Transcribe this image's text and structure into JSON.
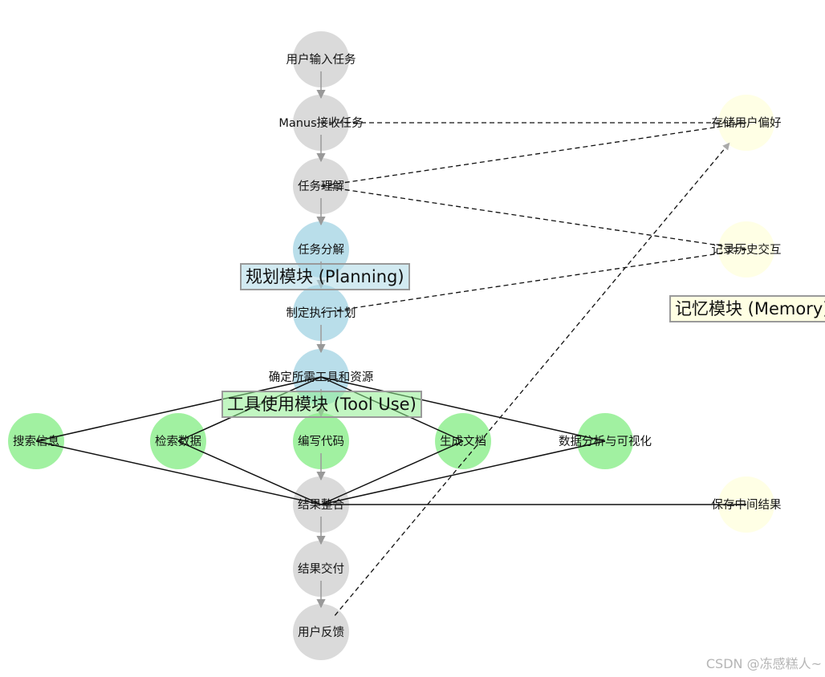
{
  "colors": {
    "core": "#d3d3d3",
    "planning": "#add8e6",
    "tools": "#90ee90",
    "memory": "#ffffe0"
  },
  "groups": {
    "planning": "规划模块 (Planning)",
    "tools": "工具使用模块 (Tool Use)",
    "memory": "记忆模块 (Memory)"
  },
  "nodes": [
    {
      "id": "input",
      "label": "用户输入任务",
      "group": "core"
    },
    {
      "id": "receive",
      "label": "Manus接收任务",
      "group": "core"
    },
    {
      "id": "understand",
      "label": "任务理解",
      "group": "core"
    },
    {
      "id": "decompose",
      "label": "任务分解",
      "group": "planning"
    },
    {
      "id": "plan",
      "label": "制定执行计划",
      "group": "planning"
    },
    {
      "id": "resources",
      "label": "确定所需工具和资源",
      "group": "planning"
    },
    {
      "id": "search",
      "label": "搜索信息",
      "group": "tools"
    },
    {
      "id": "retrieve",
      "label": "检索数据",
      "group": "tools"
    },
    {
      "id": "code",
      "label": "编写代码",
      "group": "tools"
    },
    {
      "id": "docs",
      "label": "生成文档",
      "group": "tools"
    },
    {
      "id": "analyze",
      "label": "数据分析与可视化",
      "group": "tools"
    },
    {
      "id": "integrate",
      "label": "结果整合",
      "group": "core"
    },
    {
      "id": "deliver",
      "label": "结果交付",
      "group": "core"
    },
    {
      "id": "feedback",
      "label": "用户反馈",
      "group": "core"
    },
    {
      "id": "prefs",
      "label": "存储用户偏好",
      "group": "memory"
    },
    {
      "id": "history",
      "label": "记录历史交互",
      "group": "memory"
    },
    {
      "id": "intermediate",
      "label": "保存中间结果",
      "group": "memory"
    }
  ],
  "edges": [
    {
      "from": "input",
      "to": "receive",
      "style": "arrow"
    },
    {
      "from": "receive",
      "to": "understand",
      "style": "arrow"
    },
    {
      "from": "understand",
      "to": "decompose",
      "style": "arrow"
    },
    {
      "from": "decompose",
      "to": "plan",
      "style": "arrow"
    },
    {
      "from": "plan",
      "to": "resources",
      "style": "arrow"
    },
    {
      "from": "resources",
      "to": "code",
      "style": "arrow"
    },
    {
      "from": "integrate",
      "to": "deliver",
      "style": "arrow"
    },
    {
      "from": "deliver",
      "to": "feedback",
      "style": "arrow"
    },
    {
      "from": "resources",
      "to": "search",
      "style": "solid"
    },
    {
      "from": "resources",
      "to": "retrieve",
      "style": "solid"
    },
    {
      "from": "resources",
      "to": "docs",
      "style": "solid"
    },
    {
      "from": "resources",
      "to": "analyze",
      "style": "solid"
    },
    {
      "from": "search",
      "to": "integrate",
      "style": "solid"
    },
    {
      "from": "retrieve",
      "to": "integrate",
      "style": "solid"
    },
    {
      "from": "code",
      "to": "integrate",
      "style": "arrow"
    },
    {
      "from": "docs",
      "to": "integrate",
      "style": "solid"
    },
    {
      "from": "analyze",
      "to": "integrate",
      "style": "solid"
    },
    {
      "from": "integrate",
      "to": "intermediate",
      "style": "solid"
    },
    {
      "from": "receive",
      "to": "prefs",
      "style": "dashed"
    },
    {
      "from": "understand",
      "to": "prefs",
      "style": "dashed"
    },
    {
      "from": "understand",
      "to": "history",
      "style": "dashed"
    },
    {
      "from": "plan",
      "to": "history",
      "style": "dashed"
    },
    {
      "from": "feedback",
      "to": "prefs",
      "style": "dashed-arrow"
    }
  ],
  "watermark": "CSDN @冻感糕人~"
}
